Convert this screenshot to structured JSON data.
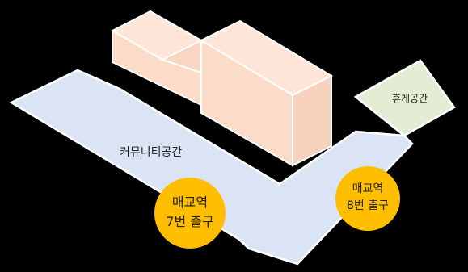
{
  "labels": {
    "community_space": "커뮤니티공간",
    "rest_area": "휴게공간"
  },
  "exits": {
    "exit7": {
      "line1": "매교역",
      "line2": "7번 출구"
    },
    "exit8": {
      "line1": "매교역",
      "line2": "8번 출구"
    }
  },
  "colors": {
    "background": "#000000",
    "community_fill": "#dbe4f4",
    "rest_fill": "#e2edd4",
    "building_top": "#fde6d8",
    "building_front": "#fbdcc8",
    "building_side": "#f7d2bc",
    "outline": "#ffffff",
    "exit_circle": "#ffbe00"
  }
}
